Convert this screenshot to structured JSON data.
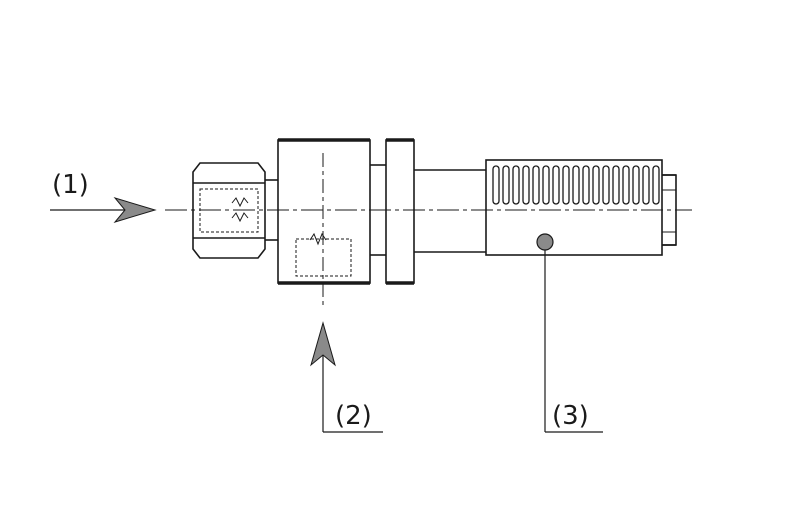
{
  "labels": {
    "inlet": "(1)",
    "port": "(2)",
    "outlet": "(3)"
  },
  "colors": {
    "line": "#1a1a1a",
    "arrow_fill": "#8a8a8a"
  }
}
